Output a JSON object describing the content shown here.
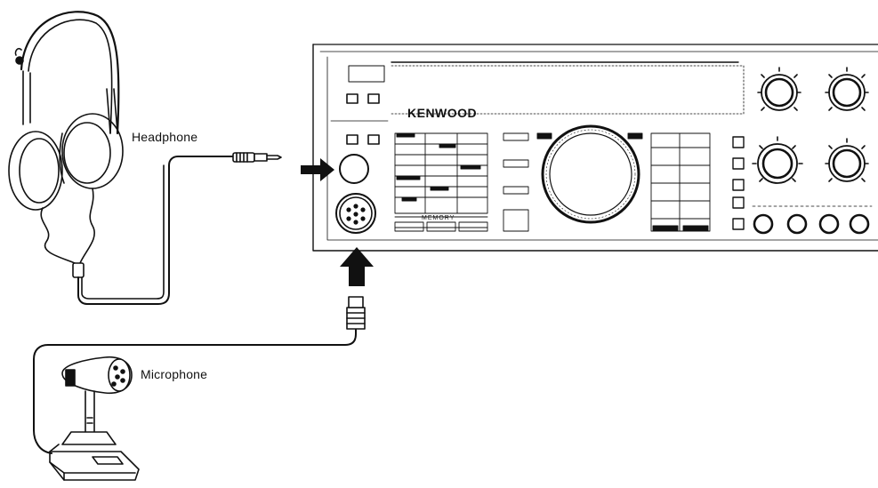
{
  "labels": {
    "headphone": "Headphone",
    "microphone": "Microphone"
  },
  "radio": {
    "brand": "KENWOOD",
    "memory_label": "MEMORY"
  },
  "colors": {
    "line": "#111111",
    "panel": "#ffffff",
    "arrow": "#111111"
  }
}
